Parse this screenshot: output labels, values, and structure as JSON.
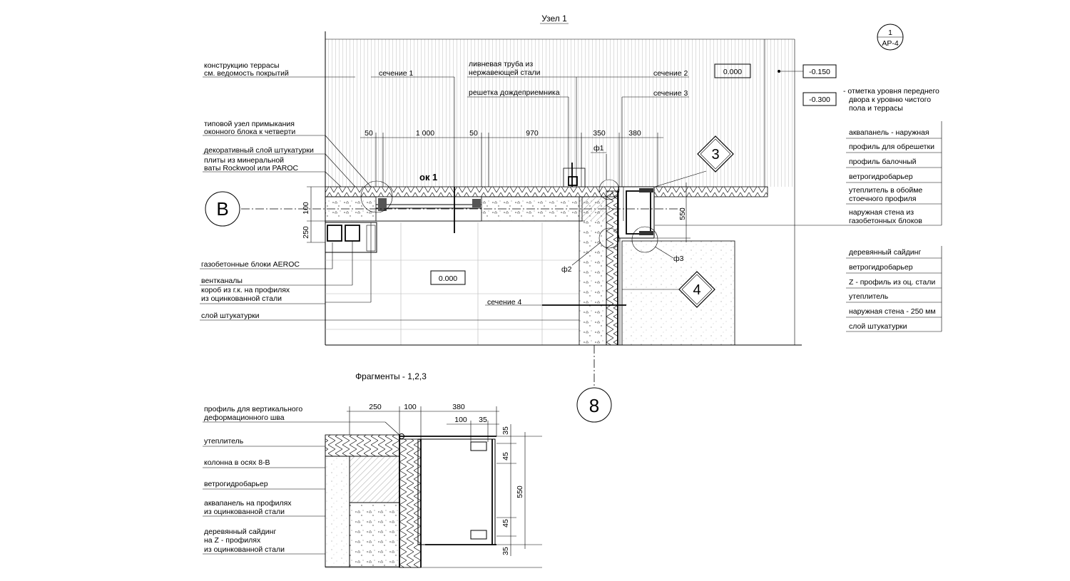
{
  "titles": {
    "node1": "Узел 1",
    "fragments": "Фрагменты - 1,2,3"
  },
  "sheet_ref": {
    "num": "1",
    "sheet": "АР-4"
  },
  "axes": {
    "b": "В",
    "eight": "8"
  },
  "callouts": {
    "c3": "3",
    "c4": "4"
  },
  "levels": {
    "top_floor": "0.000",
    "plan_floor": "0.000",
    "m150": "-0.150",
    "m300": "-0.300",
    "note": [
      "- отметка уровня переднего",
      "двора к уровню чистого",
      "пола и террасы"
    ]
  },
  "window": "ок 1",
  "sections": {
    "s1": "сечение 1",
    "s2": "сечение 2",
    "s3": "сечение 3",
    "s4": "сечение 4"
  },
  "phi": {
    "f1": "ф1",
    "f2": "ф2",
    "f3": "ф3"
  },
  "dims_top": [
    "50",
    "1 000",
    "50",
    "970",
    "350",
    "380"
  ],
  "dims_side": {
    "d100": "100",
    "d250": "250",
    "d550": "550"
  },
  "dims_frag": {
    "top": [
      "250",
      "100",
      "380"
    ],
    "sub": [
      "100",
      "35"
    ],
    "right": [
      "35",
      "45",
      "550",
      "45",
      "35"
    ]
  },
  "left_labels": [
    [
      "конструкцию террасы",
      "см. ведомость покрытий"
    ],
    [
      "типовой узел примыкания",
      "оконного блока к четверти"
    ],
    [
      "декоративный слой штукатурки"
    ],
    [
      "плиты из минеральной",
      "ваты Rockwool или PAROC"
    ],
    [
      "газобетонные блоки AEROC"
    ],
    [
      "вентканалы"
    ],
    [
      "короб из г.к. на профилях",
      "из оцинкованной стали"
    ],
    [
      "слой штукатурки"
    ]
  ],
  "mid_labels": [
    [
      "ливневая труба из",
      "нержавеющей стали"
    ],
    [
      "решетка дождеприемника"
    ]
  ],
  "right_labels": [
    [
      "аквапанель - наружная"
    ],
    [
      "профиль для обрешетки"
    ],
    [
      "профиль балочный"
    ],
    [
      "ветрогидробарьер"
    ],
    [
      "утеплитель в обойме",
      "стоечного профиля"
    ],
    [
      "наружная стена из",
      "газобетонных блоков"
    ],
    [
      "деревянный сайдинг"
    ],
    [
      "ветрогидробарьер"
    ],
    [
      "Z - профиль из оц. стали"
    ],
    [
      "утеплитель"
    ],
    [
      "наружная стена - 250 мм"
    ],
    [
      "слой штукатурки"
    ]
  ],
  "frag_labels": [
    [
      "профиль для вертикального",
      "деформационного шва"
    ],
    [
      "утеплитель"
    ],
    [
      "колонна в осях 8-В"
    ],
    [
      "ветрогидробарьер"
    ],
    [
      "аквапанель на профилях",
      "из оцинкованной стали"
    ],
    [
      "деревянный сайдинг",
      "на Z - профилях",
      "из оцинкованной стали"
    ]
  ]
}
